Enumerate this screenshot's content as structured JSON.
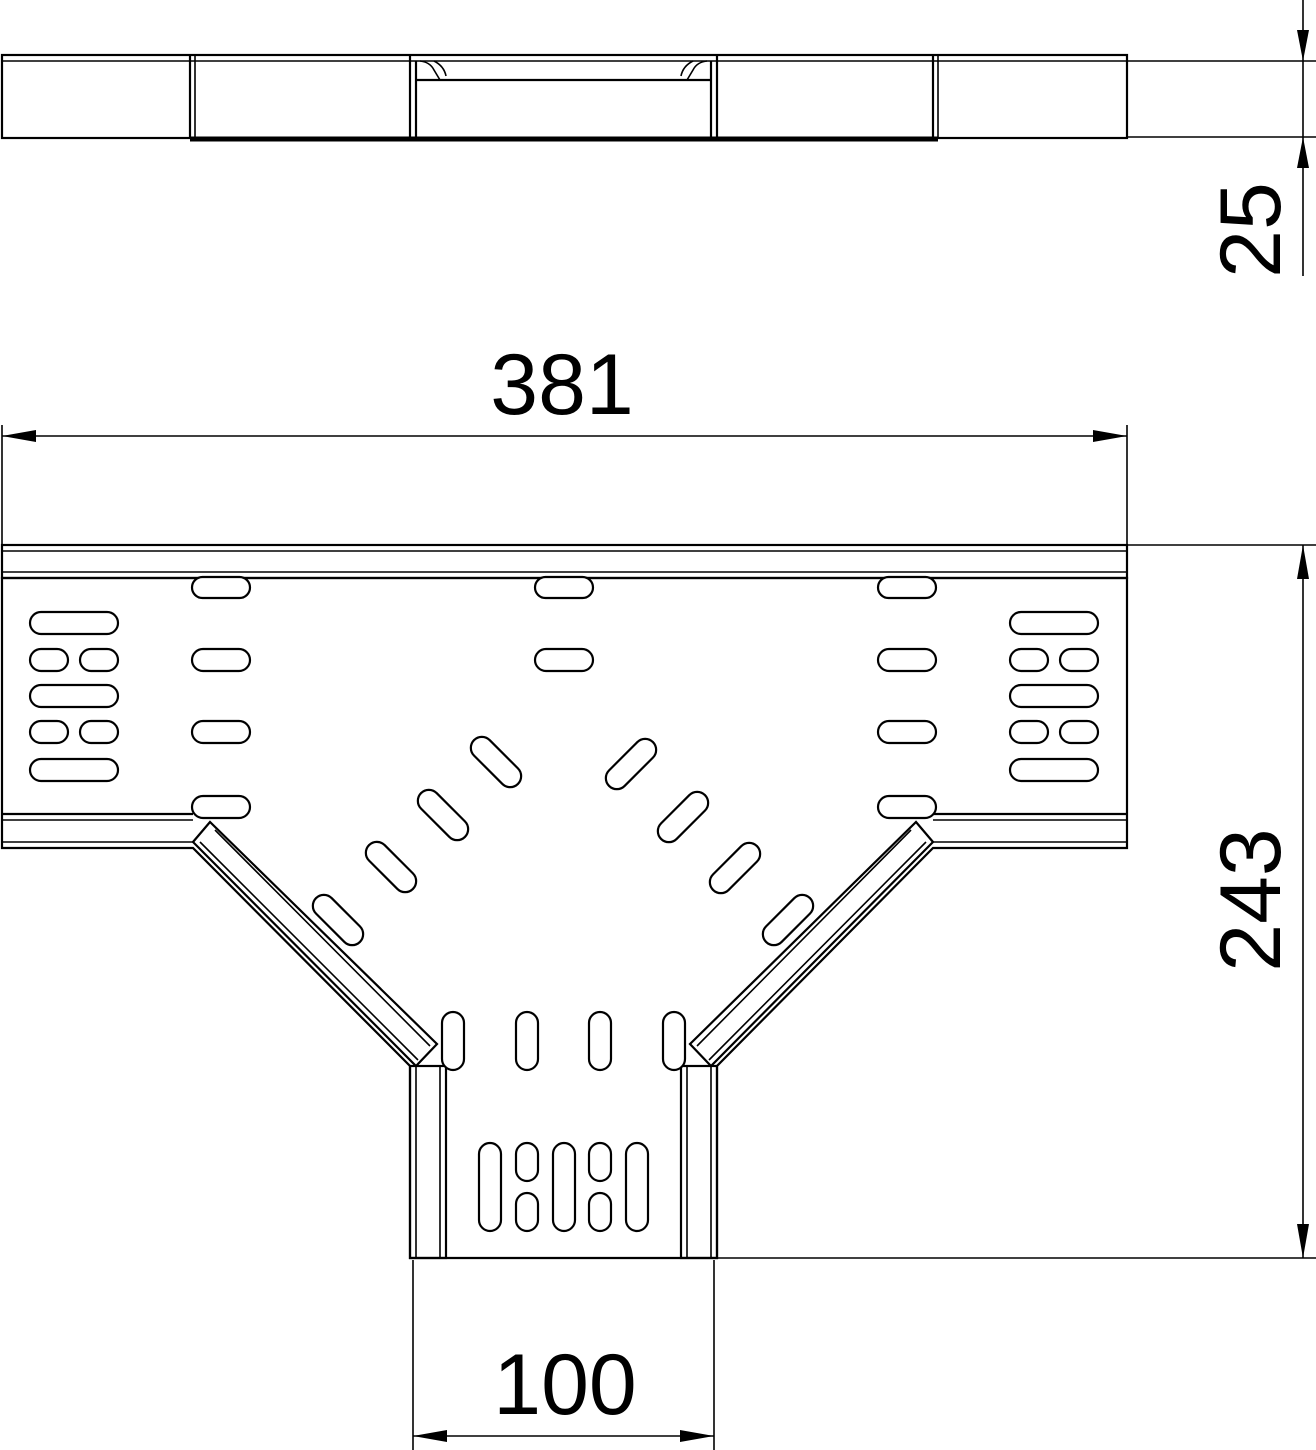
{
  "dimensions": {
    "height_side": "25",
    "overall_width": "381",
    "overall_depth": "243",
    "branch_width": "100"
  }
}
